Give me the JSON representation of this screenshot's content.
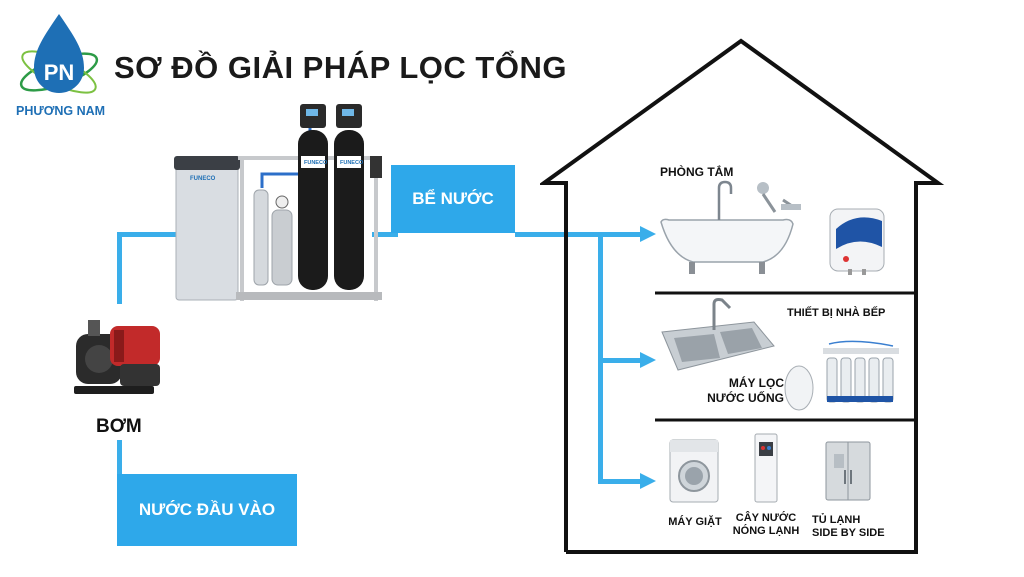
{
  "brand": {
    "logo_initials": "PN",
    "logo_name": "PHƯƠNG NAM"
  },
  "title": "SƠ ĐỒ GIẢI PHÁP LỌC TỔNG",
  "labels": {
    "tank": "BỂ NƯỚC",
    "pump": "BƠM",
    "inlet": "NƯỚC ĐẦU VÀO",
    "bathroom": "PHÒNG TẮM",
    "kitchen": "THIẾT BỊ NHÀ BẾP",
    "ro_line1": "MÁY LỌC",
    "ro_line2": "NƯỚC UỐNG",
    "washer": "MÁY GIẶT",
    "dispenser_line1": "CÂY NƯỚC",
    "dispenser_line2": "NÓNG LẠNH",
    "fridge_line1": "TỦ LẠNH",
    "fridge_line2": "SIDE BY SIDE"
  },
  "equipment_brand": "FUNECO",
  "colors": {
    "pipe": "#3aaeea",
    "box": "#2ea8ea",
    "logo": "#1e6fb5",
    "house": "#111111"
  }
}
